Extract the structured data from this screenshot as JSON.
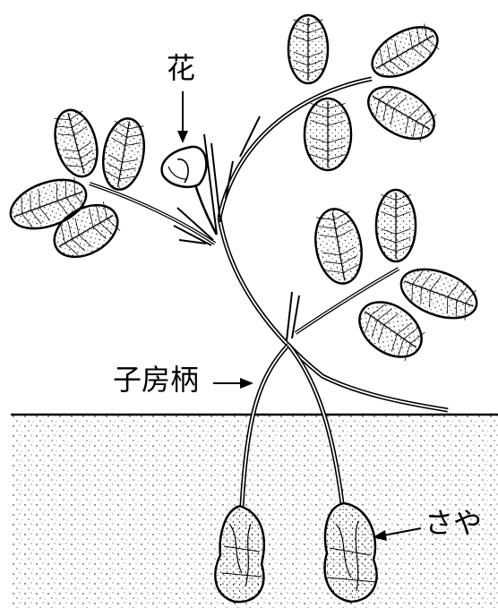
{
  "labels": {
    "flower": "花",
    "gynophore": "子房柄",
    "pod": "さや"
  },
  "colors": {
    "ink": "#000000",
    "paper": "#ffffff"
  }
}
